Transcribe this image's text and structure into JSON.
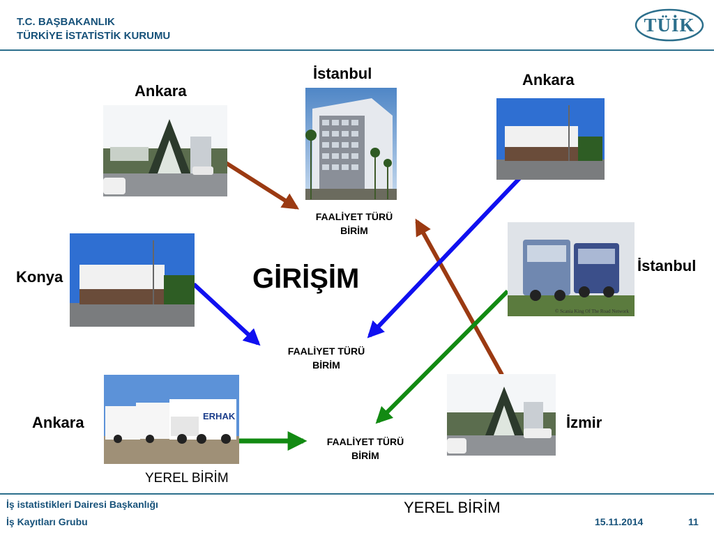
{
  "header": {
    "line1": "T.C. BAŞBAKANLIK",
    "line2": "TÜRKİYE İSTATİSTİK KURUMU",
    "logo_text": "TÜİK"
  },
  "diagram": {
    "center_title": "GİRİŞİM",
    "cities": {
      "ankara_top_left": "Ankara",
      "istanbul_top_center": "İstanbul",
      "ankara_top_right": "Ankara",
      "konya_left": "Konya",
      "istanbul_right": "İstanbul",
      "ankara_bottom_left": "Ankara",
      "izmir_bottom_right": "İzmir"
    },
    "activity_units": {
      "top": {
        "line1": "FAALİYET TÜRÜ",
        "line2": "BİRİM"
      },
      "middle": {
        "line1": "FAALİYET TÜRÜ",
        "line2": "BİRİM"
      },
      "bottom": {
        "line1": "FAALİYET TÜRÜ",
        "line2": "BİRİM"
      }
    },
    "local_unit_small": "YEREL BİRİM",
    "photo_text": {
      "truck_brand": "ERHAK",
      "copyright": "© Scania King Of The Road Network"
    },
    "arrow_colors": {
      "brown": "#9b3a12",
      "blue": "#1010f0",
      "green": "#128a12"
    }
  },
  "footer": {
    "dept": "İş istatistikleri Dairesi Başkanlığı",
    "group": "İş Kayıtları Grubu",
    "local_unit": "YEREL BİRİM",
    "date": "15.11.2014",
    "page": "11"
  }
}
